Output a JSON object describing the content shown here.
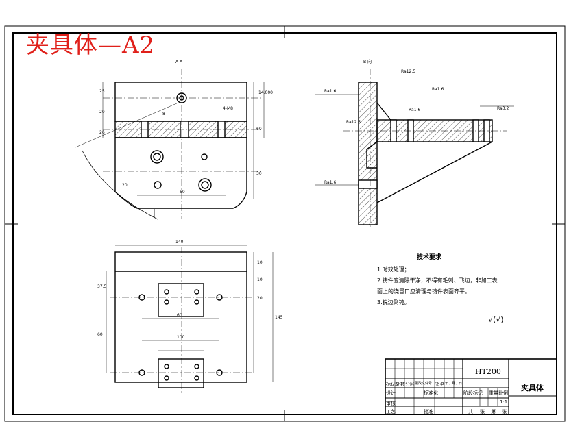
{
  "drawing_title": "夹具体—A2",
  "material": "HT200",
  "part_name": "夹具体",
  "tech_requirements": {
    "heading": "技术要求",
    "items": [
      "1.时效处理；",
      "2.铸件应清除干净，不得有毛刺、飞边，非加工表",
      "面上的浇冒口应清理与铸件表面齐平。",
      "3.锐边倒钝。"
    ]
  },
  "section_label_top": "A-A",
  "view_label_right": "B 向",
  "roughness_symbol": "√(√)",
  "surface_marks": [
    "Ra1.6",
    "Ra1.6",
    "Ra1.6",
    "Ra1.6",
    "Ra3.2",
    "Ra12.5",
    "Ra12.5"
  ],
  "dims_top_view": [
    "25",
    "20",
    "26",
    "60",
    "14.000",
    "30",
    "20",
    "8",
    "60",
    "4-M8"
  ],
  "dims_plan_view": [
    "140",
    "37.5",
    "60",
    "60",
    "100",
    "10",
    "10",
    "20",
    "145"
  ],
  "title_block": {
    "row_labels": [
      "标记",
      "处数",
      "分区",
      "更改文件号",
      "签名",
      "年、月、日"
    ],
    "left_labels": [
      "设计",
      "审核",
      "工艺"
    ],
    "mid_labels": [
      "标准化",
      "批准"
    ],
    "right_labels": [
      "阶段标记",
      "重量",
      "比例"
    ],
    "scale": "1:1",
    "bottom": [
      "共",
      "张",
      "第",
      "张"
    ]
  },
  "colors": {
    "lines": "#000000",
    "title": "#e0201a",
    "background": "#ffffff"
  }
}
